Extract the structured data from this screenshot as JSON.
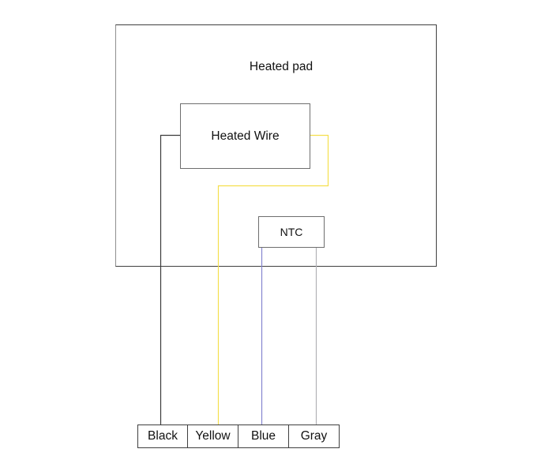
{
  "diagram": {
    "pad_label": "Heated pad",
    "heated_wire_label": "Heated Wire",
    "ntc_label": "NTC"
  },
  "connectors": {
    "items": [
      {
        "label": "Black",
        "wire_color": "#3a3a3a"
      },
      {
        "label": "Yellow",
        "wire_color": "#f5df4d"
      },
      {
        "label": "Blue",
        "wire_color": "#8585cf"
      },
      {
        "label": "Gray",
        "wire_color": "#b2b2b6"
      }
    ]
  },
  "colors": {
    "background": "#ffffff",
    "pad_outline": "#3f3f3f",
    "component_border": "#6e6e6e",
    "text": "#111111"
  }
}
